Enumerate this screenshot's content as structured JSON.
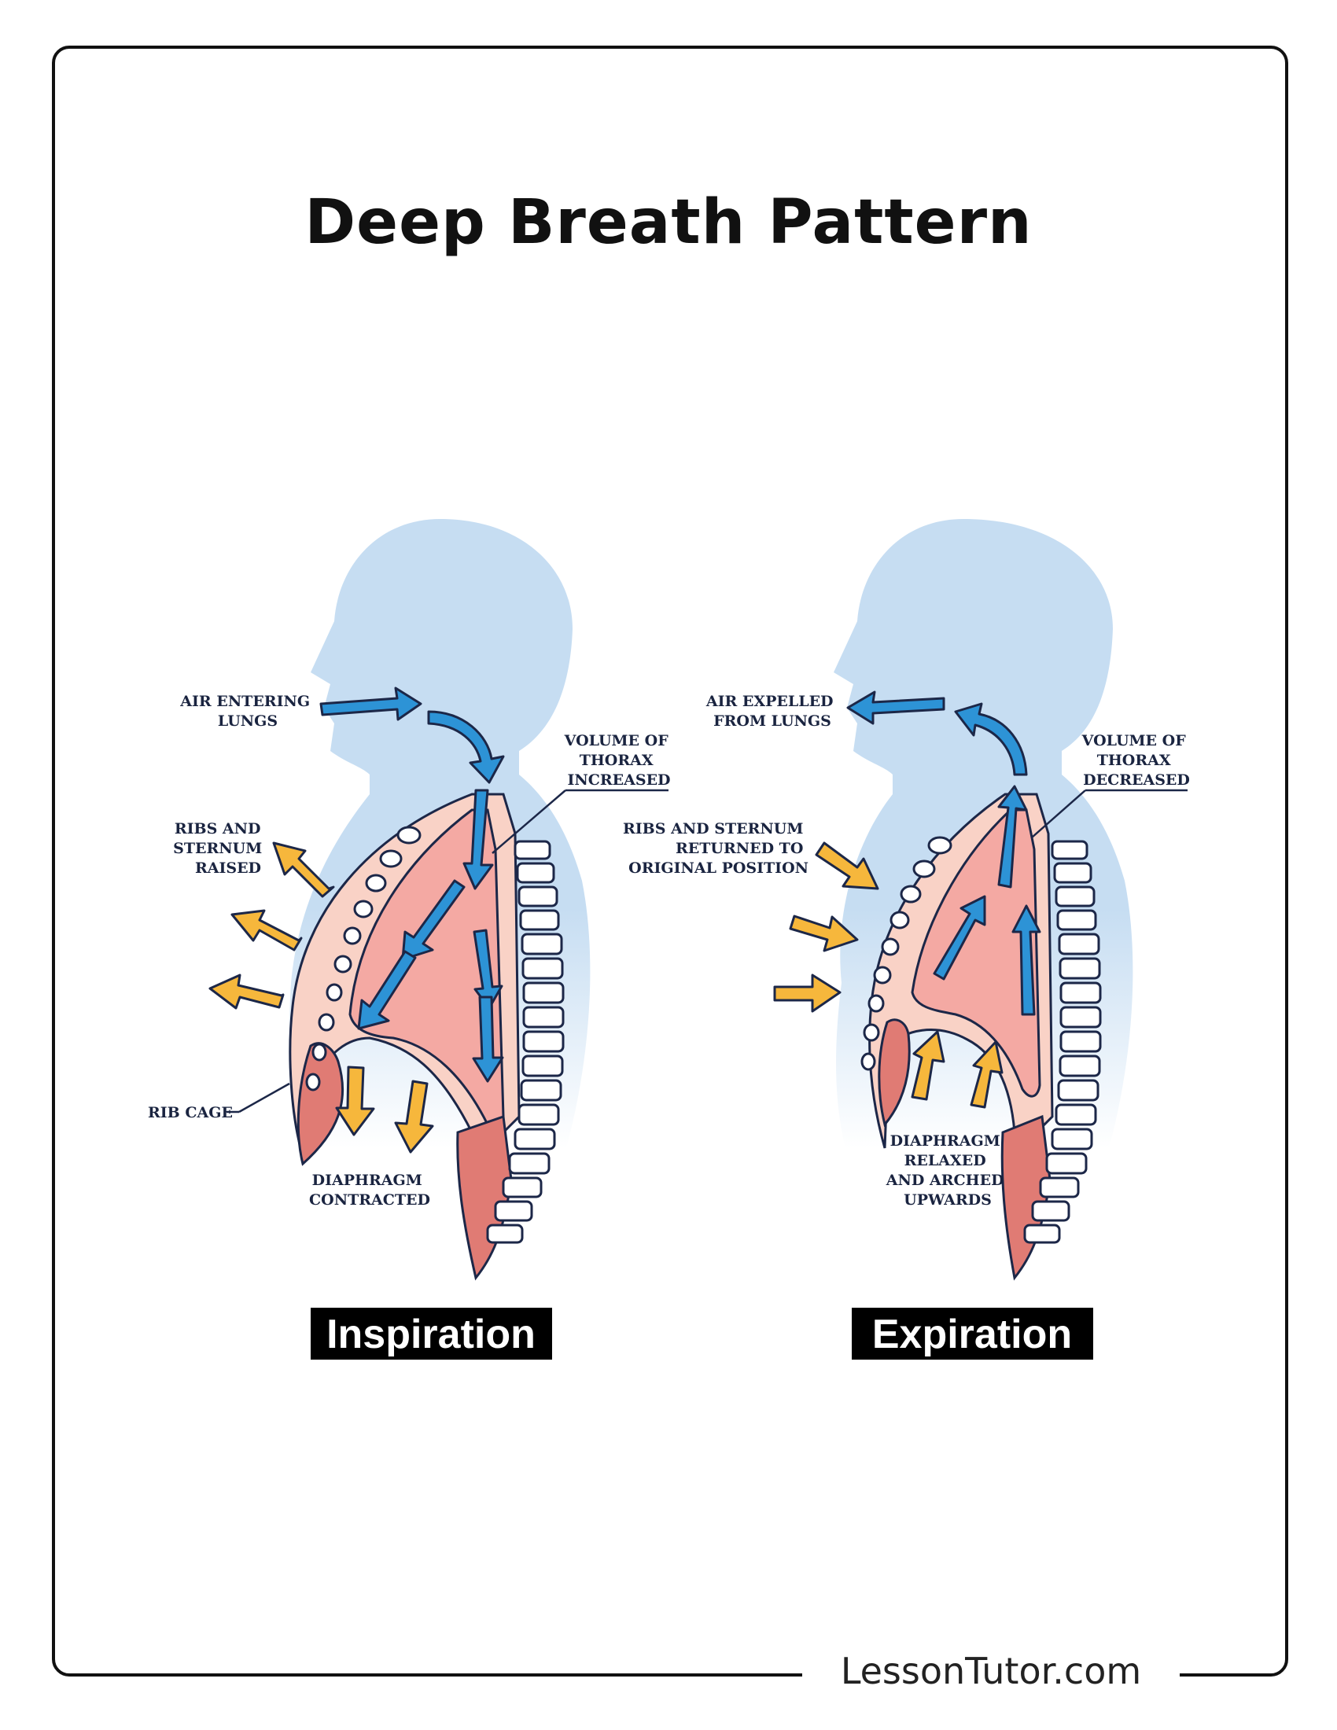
{
  "title": "Deep Breath Pattern",
  "footer": "LessonTutor.com",
  "colors": {
    "silhouette": "#c6ddf2",
    "lung": "#f4a9a3",
    "tissue": "#f9d2c6",
    "muscle": "#e07b74",
    "outline": "#1c2748",
    "air_arrow": "#2d93d6",
    "force_arrow": "#f6b73c"
  },
  "inspiration": {
    "caption": "Inspiration",
    "labels": {
      "air": [
        "AIR ENTERING",
        "LUNGS"
      ],
      "volume": [
        "VOLUME OF",
        "THORAX",
        "INCREASED"
      ],
      "ribs": [
        "RIBS AND",
        "STERNUM",
        "RAISED"
      ],
      "rib_cage": "RIB CAGE",
      "diaphragm": [
        "DIAPHRAGM",
        "CONTRACTED"
      ]
    }
  },
  "expiration": {
    "caption": "Expiration",
    "labels": {
      "air": [
        "AIR EXPELLED",
        "FROM LUNGS"
      ],
      "volume": [
        "VOLUME OF",
        "THORAX",
        "DECREASED"
      ],
      "ribs": [
        "RIBS AND STERNUM",
        "RETURNED TO",
        "ORIGINAL POSITION"
      ],
      "diaphragm": [
        "DIAPHRAGM",
        "RELAXED",
        "AND ARCHED",
        "UPWARDS"
      ]
    }
  }
}
